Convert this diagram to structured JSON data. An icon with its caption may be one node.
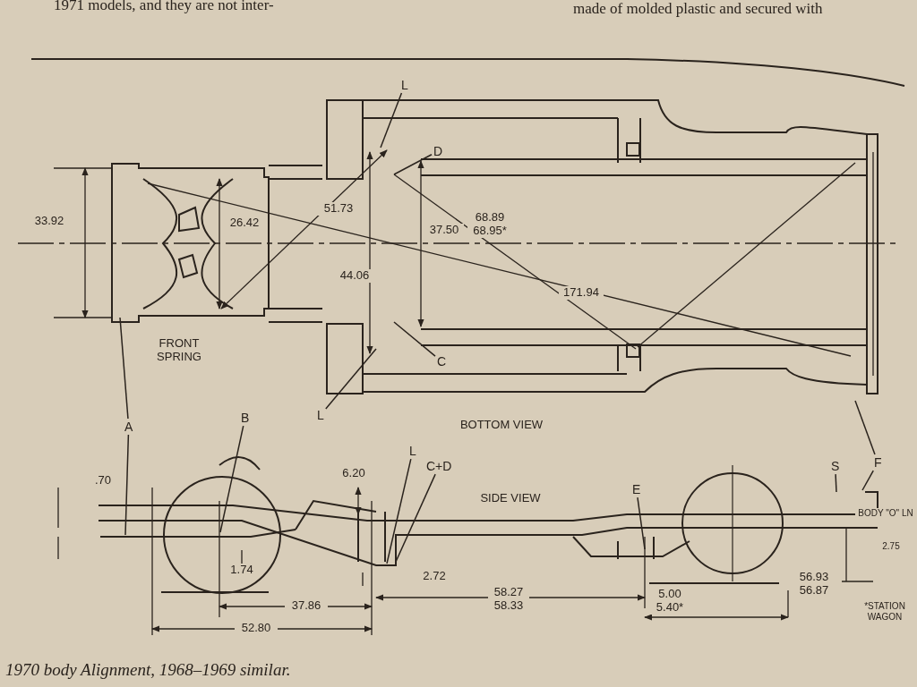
{
  "diagram": {
    "caption": "1970 body Alignment, 1968–1969 similar.",
    "nodes": [
      {
        "text": [
          "L"
        ]
      },
      {
        "text": [
          "D"
        ]
      },
      {
        "text": [
          "L"
        ]
      },
      {
        "text": [
          "C"
        ]
      },
      {
        "text": [
          "B"
        ]
      },
      {
        "text": [
          "A"
        ]
      },
      {
        "text": [
          "F"
        ]
      },
      {
        "text": [
          "L"
        ]
      },
      {
        "text": [
          "C+D"
        ]
      },
      {
        "text": [
          "E"
        ]
      },
      {
        "text": [
          "S"
        ]
      }
    ],
    "edges": [
      {
        "from": 0,
        "to": null,
        "arrow": "none"
      },
      {
        "from": 1,
        "to": null,
        "arrow": "none"
      },
      {
        "from": 2,
        "to": null,
        "arrow": "none"
      },
      {
        "from": 3,
        "to": null,
        "arrow": "none"
      },
      {
        "from": 4,
        "to": null,
        "arrow": "none"
      },
      {
        "from": 5,
        "to": null,
        "arrow": "none"
      },
      {
        "from": 5,
        "to": null,
        "arrow": "none"
      },
      {
        "from": 6,
        "to": null,
        "arrow": "none"
      },
      {
        "from": 6,
        "to": null,
        "arrow": "none"
      },
      {
        "from": 7,
        "to": null,
        "arrow": "none"
      },
      {
        "from": 8,
        "to": null,
        "arrow": "none"
      },
      {
        "from": 9,
        "to": null,
        "arrow": "none"
      },
      {
        "from": 10,
        "to": null,
        "arrow": "none"
      }
    ],
    "labels": [
      "1971 models, and they are not inter-",
      "made of molded plastic and secured with",
      "33.92",
      "26.42",
      "51.73",
      "37.50",
      "68.89 68.95*",
      "44.06",
      "171.94",
      "FRONT SPRING",
      "BOTTOM VIEW",
      "SIDE VIEW",
      ".70",
      "6.20",
      "1.74",
      "2.72",
      "37.86",
      "52.80",
      "58.27 58.33",
      "5.00 5.40*",
      "56.93 56.87",
      "BODY \"O\" LN",
      "2.75",
      "*STATION WAGON"
    ]
  }
}
